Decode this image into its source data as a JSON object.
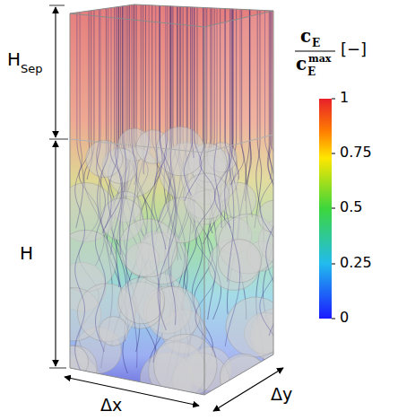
{
  "diagram": {
    "labels": [
      "H",
      "Sep",
      "H",
      "Δx",
      "Δy",
      "c",
      "E",
      "c",
      "E",
      "max",
      "[−]",
      "1",
      "0.75",
      "0.5",
      "0.25",
      "0"
    ]
  }
}
